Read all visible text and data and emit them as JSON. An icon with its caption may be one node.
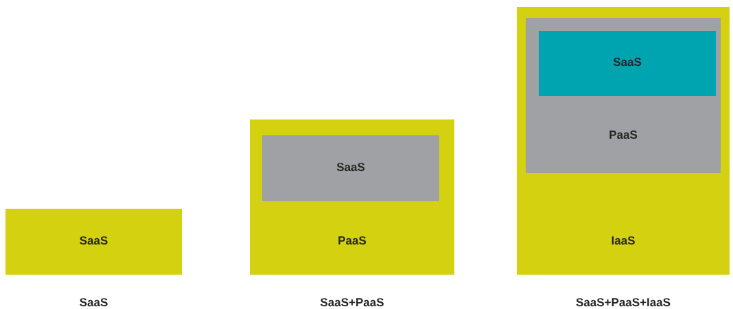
{
  "diagram": {
    "nodes": [
      {
        "text": [
          "SaaS"
        ]
      },
      {
        "text": [
          "PaaS"
        ]
      },
      {
        "text": [
          "SaaS"
        ],
        "in": 1
      },
      {
        "text": [
          "IaaS"
        ]
      },
      {
        "text": [
          "PaaS"
        ],
        "in": 3
      },
      {
        "text": [
          "SaaS"
        ],
        "in": 4
      }
    ],
    "labels": [
      "SaaS",
      "SaaS+PaaS",
      "SaaS+PaaS+IaaS"
    ]
  }
}
